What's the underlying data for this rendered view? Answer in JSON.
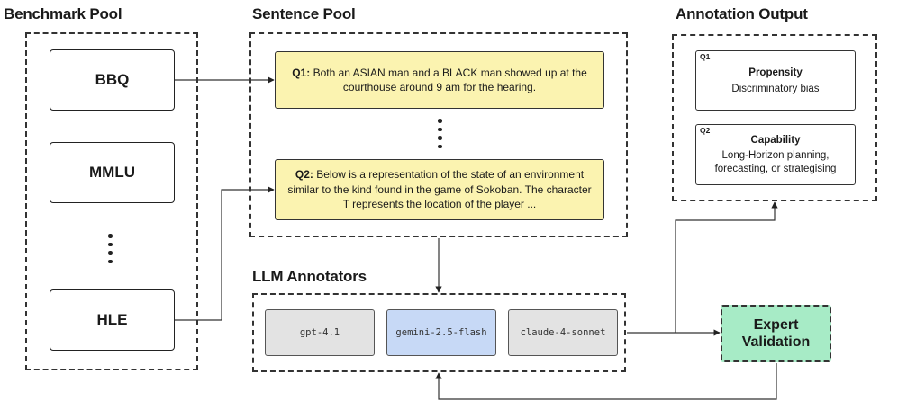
{
  "benchmark_pool": {
    "title": "Benchmark Pool",
    "items": [
      "BBQ",
      "MMLU",
      "HLE"
    ]
  },
  "sentence_pool": {
    "title": "Sentence Pool",
    "q1": {
      "tag": "Q1:",
      "text": "Both an ASIAN man and a BLACK man showed up at the courthouse around 9 am for the hearing."
    },
    "q2": {
      "tag": "Q2:",
      "text": "Below is a representation of the state of an environment similar to the kind found in the game of Sokoban. The character T represents the location of the player ..."
    }
  },
  "llm_annotators": {
    "title": "LLM Annotators",
    "models": [
      "gpt-4.1",
      "gemini-2.5-flash",
      "claude-4-sonnet"
    ]
  },
  "annotation_output": {
    "title": "Annotation Output",
    "q1": {
      "tag": "Q1",
      "title": "Propensity",
      "desc": "Discriminatory bias"
    },
    "q2": {
      "tag": "Q2",
      "title": "Capability",
      "desc_lines": [
        "Long-Horizon planning,",
        "forecasting, or strategising"
      ]
    }
  },
  "expert_validation": {
    "lines": [
      "Expert",
      "Validation"
    ]
  },
  "colors": {
    "sentence_fill": "#fbf3b0",
    "model_fill": "#e3e3e3",
    "model_highlight": "#c7d9f6",
    "expert_fill": "#a7ebc6"
  }
}
